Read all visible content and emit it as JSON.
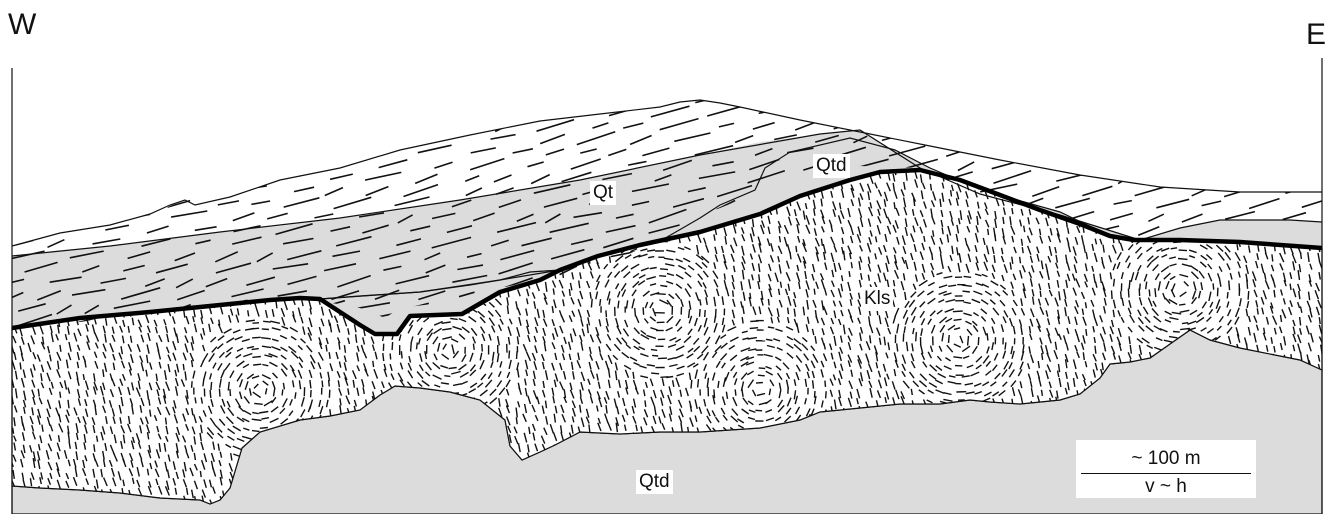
{
  "labels": {
    "west": "W",
    "east": "E",
    "qt": "Qt",
    "qtd_upper": "Qtd",
    "kls": "Kls",
    "qtd_lower": "Qtd"
  },
  "scale_bar": {
    "length": "~ 100 m",
    "ratio": "v ~ h"
  },
  "colors": {
    "fill": "#dcdcdc",
    "line": "#111111",
    "contact": "#000000"
  }
}
